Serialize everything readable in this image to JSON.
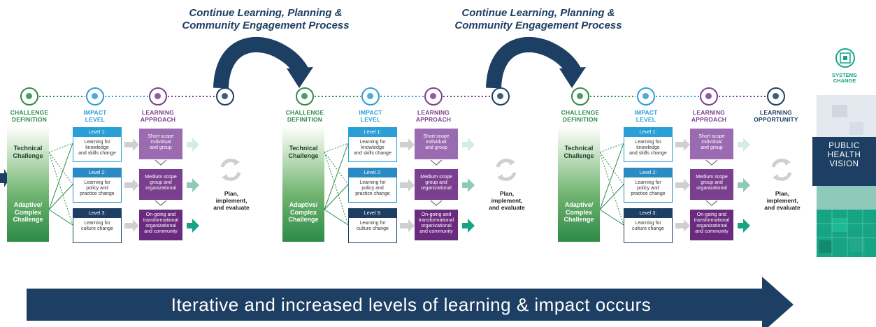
{
  "continue_titles": [
    "Continue Learning, Planning & Community Engagement Process",
    "Continue Learning, Planning & Community Engagement Process"
  ],
  "continue_title_lines": [
    [
      "Continue Learning, Planning &",
      "Community Engagement Process"
    ],
    [
      "Continue Learning, Planning &",
      "Community Engagement Process"
    ]
  ],
  "headers": {
    "challenge": [
      "CHALLENGE",
      "DEFINITION"
    ],
    "impact": [
      "IMPACT",
      "LEVEL"
    ],
    "learning": [
      "LEARNING",
      "APPROACH"
    ],
    "opportunity": [
      "LEARNING",
      "OPPORTUNITY"
    ]
  },
  "challenges": {
    "technical": [
      "Technical",
      "Challenge"
    ],
    "adaptive": [
      "Adaptive/",
      "Complex",
      "Challenge"
    ]
  },
  "levels": [
    {
      "label": "Level 1:",
      "text": [
        "Learning for",
        "knowledge",
        "and skills change"
      ]
    },
    {
      "label": "Level 2:",
      "text": [
        "Learning for",
        "policy and",
        "practice change"
      ]
    },
    {
      "label": "Level 3:",
      "text": [
        "Learning for",
        "culture change"
      ]
    }
  ],
  "approaches": [
    [
      "Short scope",
      "individual",
      "and group"
    ],
    [
      "Medium scope",
      "group and",
      "organizational"
    ],
    [
      "On-going and",
      "transformational",
      "organizational",
      "and community"
    ]
  ],
  "plan": [
    "Plan,",
    "implement,",
    "and evaluate"
  ],
  "systems_change": [
    "SYSTEMS",
    "CHANGE"
  ],
  "vision": [
    "PUBLIC",
    "HEALTH",
    "VISION"
  ],
  "banner": "Iterative and increased levels of learning & impact occurs",
  "colors": {
    "navy": "#1d3f63",
    "green": "#2d8b48",
    "blue": "#2a9fd6",
    "purple": "#7b3f8f",
    "teal": "#17a484"
  },
  "icons": [
    "magnifier-question-icon",
    "water-drop-icon",
    "tree-icon",
    "head-target-icon",
    "puzzle-icon"
  ]
}
